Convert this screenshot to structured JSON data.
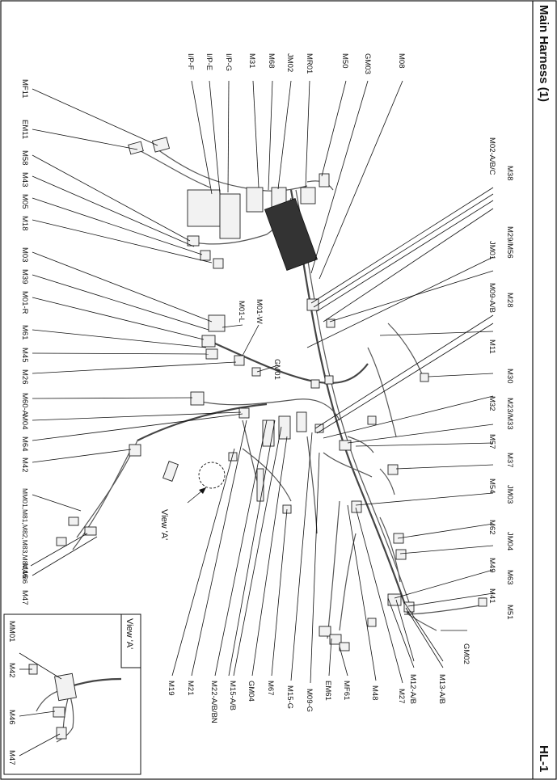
{
  "header": {
    "title": "Main Harness (1)",
    "page_code": "HL-1"
  },
  "inset": {
    "title": "View 'A'",
    "labels": [
      "MM01",
      "M42",
      "M46",
      "M47"
    ]
  },
  "view_marker": "View 'A'",
  "labels": [
    "MF11",
    "EM11",
    "M58",
    "M43",
    "M05",
    "M18",
    "M03",
    "M39",
    "M01-R",
    "M61",
    "M45",
    "M26",
    "M60-A",
    "M04",
    "M64",
    "M42",
    "MM01,M81,M82,M83,M84,M86",
    "M46",
    "M47",
    "I/P-F",
    "I/P-E",
    "I/P-G",
    "M31",
    "M68",
    "JM02",
    "MR01",
    "M50",
    "GM03",
    "M08",
    "M02-A/B/C",
    "M38",
    "M29/M56",
    "JM01",
    "M09-A/B",
    "M28",
    "M11",
    "M30",
    "M32",
    "M23/M33",
    "M57",
    "M37",
    "M54",
    "JM03",
    "M62",
    "JM04",
    "M49",
    "M63",
    "M41",
    "M51",
    "GM02",
    "M13-A/B",
    "M12-A/B",
    "M27",
    "M48",
    "MF61",
    "EM61",
    "M09-G",
    "M15-G",
    "M67",
    "GM04",
    "M15-A/B",
    "M22-A/B/BN",
    "M21",
    "M19",
    "M01-L",
    "M01-W",
    "GM01"
  ]
}
